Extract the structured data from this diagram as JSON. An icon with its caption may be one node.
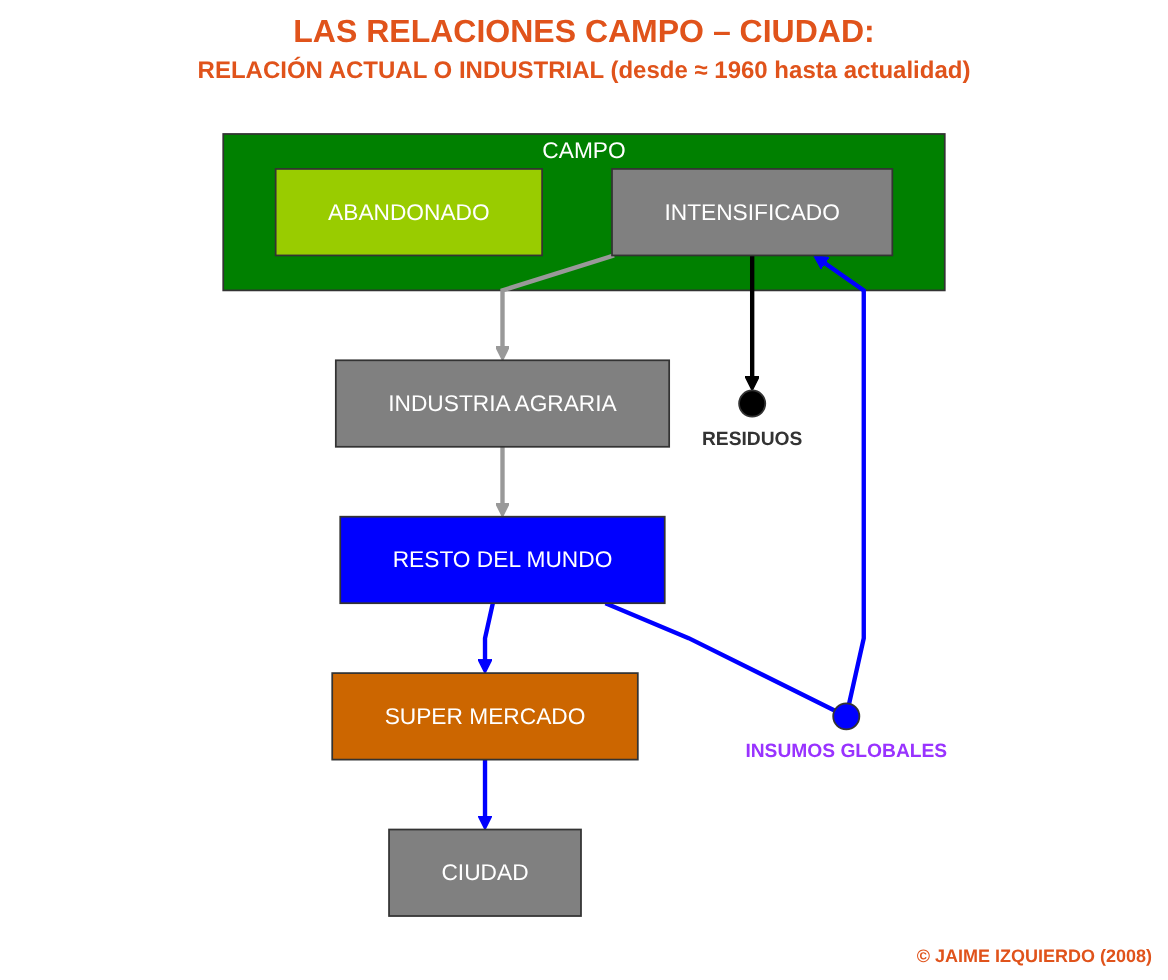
{
  "diagram": {
    "title": "LAS RELACIONES CAMPO – CIUDAD:",
    "nodes": [
      {
        "text": [
          "CAMPO"
        ]
      },
      {
        "text": [
          "ABANDONADO"
        ],
        "in": 0
      },
      {
        "text": [
          "INTENSIFICADO"
        ],
        "in": 0
      },
      {
        "text": [
          "INDUSTRIA AGRARIA"
        ]
      },
      {
        "text": [
          "CIUDAD"
        ]
      },
      {
        "text": [],
        "shape": "circle",
        "beside": [
          "RESIDUOS"
        ]
      },
      {
        "text": [],
        "shape": "circle",
        "beside": [
          "INSUMOS GLOBALES"
        ]
      },
      {
        "text": [
          "SUPER MERCADO"
        ]
      },
      {
        "text": [
          "RESTO DEL MUNDO"
        ]
      }
    ],
    "edges": [
      {
        "from": 2,
        "to": 3,
        "arrow": "to",
        "color": "#999999"
      },
      {
        "from": 2,
        "to": 5,
        "arrow": "to",
        "color": "#000000"
      },
      {
        "from": 3,
        "to": 8,
        "arrow": "to",
        "color": "#999999"
      },
      {
        "from": 8,
        "to": 7,
        "arrow": "to"
      },
      {
        "from": 7,
        "to": 4,
        "arrow": "to"
      },
      {
        "from": 8,
        "to": 6,
        "arrow": "none"
      },
      {
        "from": 6,
        "to": 2,
        "arrow": "to"
      }
    ],
    "labels": [
      "RELACIÓN ACTUAL O INDUSTRIAL (desde ≈ 1960 hasta actualidad)",
      "© JAIME IZQUIERDO (2008)"
    ]
  }
}
